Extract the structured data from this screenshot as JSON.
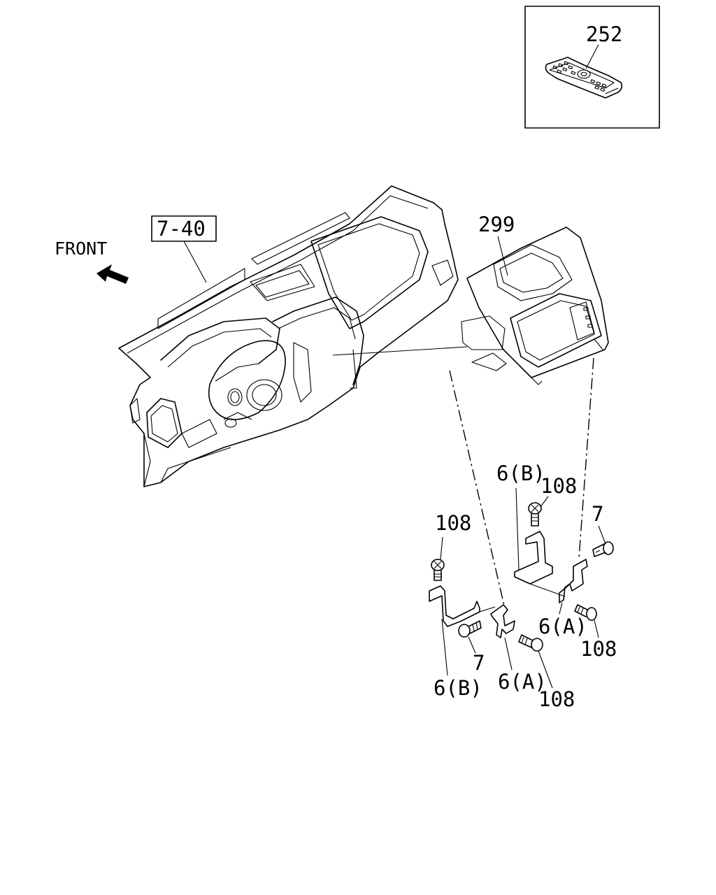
{
  "labels": {
    "remote": "252",
    "dash_ref": "7-40",
    "front": "FRONT",
    "panel": "299",
    "bracket_b_upper": "6(B)",
    "screw_upper": "108",
    "bolt_upper": "7",
    "screw_left": "108",
    "bracket_a_upper": "6(A)",
    "screw_right": "108",
    "bolt_lower": "7",
    "bracket_b_lower": "6(B)",
    "bracket_a_lower": "6(A)",
    "screw_bottom": "108"
  },
  "icons": [
    "front-arrow-icon",
    "remote-control",
    "dashboard-assembly",
    "center-panel",
    "bracket",
    "screw",
    "bolt"
  ]
}
